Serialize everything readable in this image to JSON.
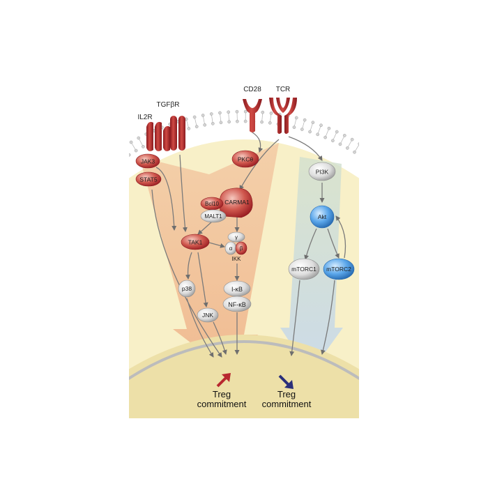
{
  "receptors": {
    "il2r": "IL2R",
    "tgfbr": "TGFβR",
    "cd28": "CD28",
    "tcr": "TCR"
  },
  "nodes": {
    "jak3": "JAK3",
    "stat5": "STAT5",
    "pkc": "PKCθ",
    "bcl10": "Bcl10",
    "carma1": "CARMA1",
    "malt1": "MALT1",
    "tak1": "TAK1",
    "ikk_gamma": "γ",
    "ikk_alpha": "α",
    "ikk_beta": "β",
    "ikk": "IKK",
    "p38": "p38",
    "jnk": "JNK",
    "ikb": "I-κB",
    "nfkb": "NF-κB",
    "pi3k": "PI3K",
    "akt": "Akt",
    "mtorc1": "mTORC1",
    "mtorc2": "mTORC2"
  },
  "outcomes": {
    "left_line1": "Treg",
    "left_line2": "commitment",
    "right_line1": "Treg",
    "right_line2": "commitment"
  },
  "colors": {
    "red": "#b8282f",
    "blue": "#3f8fd8",
    "grey": "#d8d8d8",
    "cytoplasm": "#f8f0c8",
    "nucleus": "#ede0a8"
  }
}
